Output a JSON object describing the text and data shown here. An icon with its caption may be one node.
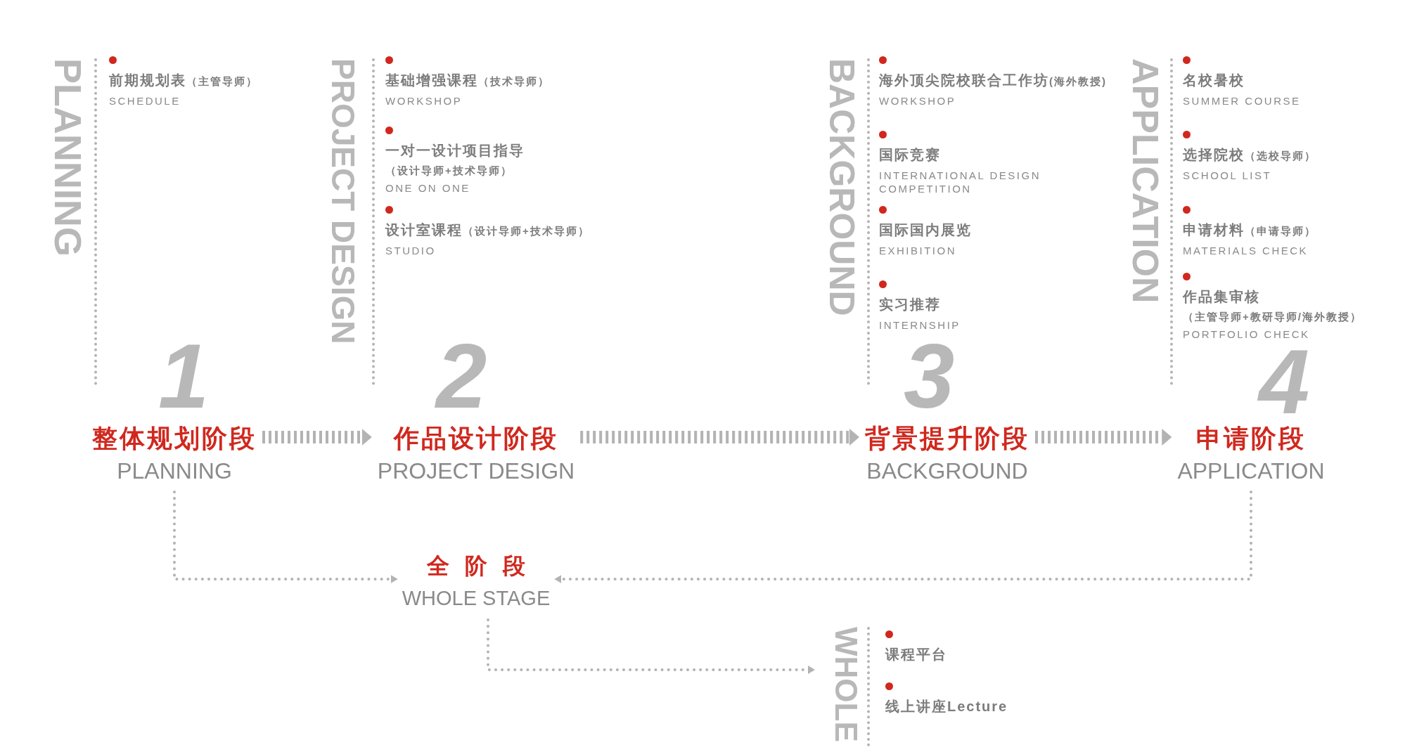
{
  "diagram": {
    "nodes": [
      {
        "text": [
          "PLANNING"
        ]
      },
      {
        "text": [
          "前期规划表",
          "（主管导师）",
          "SCHEDULE"
        ],
        "in": 0
      },
      {
        "text": [
          "PROJECT DESIGN"
        ]
      },
      {
        "text": [
          "基础增强课程",
          "（技术导师）",
          "WORKSHOP"
        ],
        "in": 2
      },
      {
        "text": [
          "一对一设计项目指导",
          "（设计导师+技术导师）",
          "ONE ON ONE"
        ],
        "in": 2
      },
      {
        "text": [
          "设计室课程",
          "（设计导师+技术导师）",
          "STUDIO"
        ],
        "in": 2
      },
      {
        "text": [
          "BACKGROUND"
        ]
      },
      {
        "text": [
          "海外顶尖院校联合工作坊",
          "(海外教授)",
          "WORKSHOP"
        ],
        "in": 6
      },
      {
        "text": [
          "国际竞赛",
          "INTERNATIONAL DESIGN COMPETITION"
        ],
        "in": 6
      },
      {
        "text": [
          "国际国内展览",
          "EXHIBITION"
        ],
        "in": 6
      },
      {
        "text": [
          "实习推荐",
          "INTERNSHIP"
        ],
        "in": 6
      },
      {
        "text": [
          "APPLICATION"
        ]
      },
      {
        "text": [
          "名校暑校",
          "SUMMER COURSE"
        ],
        "in": 11
      },
      {
        "text": [
          "选择院校",
          "（选校导师）",
          "SCHOOL LIST"
        ],
        "in": 11
      },
      {
        "text": [
          "申请材料",
          "（申请导师）",
          "MATERIALS CHECK"
        ],
        "in": 11
      },
      {
        "text": [
          "作品集审核",
          "（主管导师+教研导师/海外教授）",
          "PORTFOLIO CHECK"
        ],
        "in": 11
      },
      {
        "text": [
          "整体规划阶段",
          "PLANNING"
        ]
      },
      {
        "text": [
          "作品设计阶段",
          "PROJECT DESIGN"
        ]
      },
      {
        "text": [
          "背景提升阶段",
          "BACKGROUND"
        ]
      },
      {
        "text": [
          "申请阶段",
          "APPLICATION"
        ]
      },
      {
        "text": [
          "全阶段",
          "WHOLE STAGE"
        ]
      },
      {
        "text": [
          "WHOLE"
        ]
      },
      {
        "text": [
          "课程平台"
        ],
        "in": 21
      },
      {
        "text": [
          "线上讲座Lecture"
        ],
        "in": 21
      }
    ],
    "edges": [
      {
        "from": 16,
        "to": 17,
        "arrow": "to"
      },
      {
        "from": 17,
        "to": 18,
        "arrow": "to"
      },
      {
        "from": 18,
        "to": 19,
        "arrow": "to"
      },
      {
        "from": 16,
        "to": 20,
        "arrow": "to",
        "style": "dashed"
      },
      {
        "from": 19,
        "to": 20,
        "arrow": "to",
        "style": "dashed"
      },
      {
        "from": 20,
        "to": 21,
        "arrow": "to",
        "style": "dashed"
      }
    ],
    "labels": [
      "1",
      "2",
      "3",
      "4"
    ]
  }
}
